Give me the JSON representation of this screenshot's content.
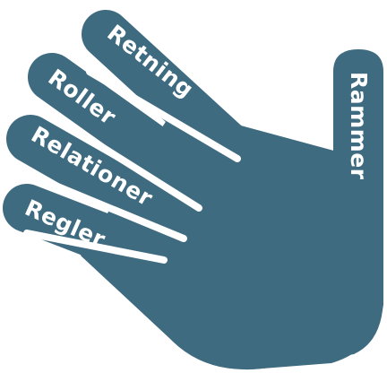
{
  "diagram": {
    "fingers": [
      {
        "label": "Retning"
      },
      {
        "label": "Roller"
      },
      {
        "label": "Relationer"
      },
      {
        "label": "Regler"
      }
    ],
    "thumb": {
      "label": "Rammer"
    },
    "colors": {
      "hand": "#3e6b80",
      "background": "#ffffff",
      "text": "#ffffff"
    }
  }
}
